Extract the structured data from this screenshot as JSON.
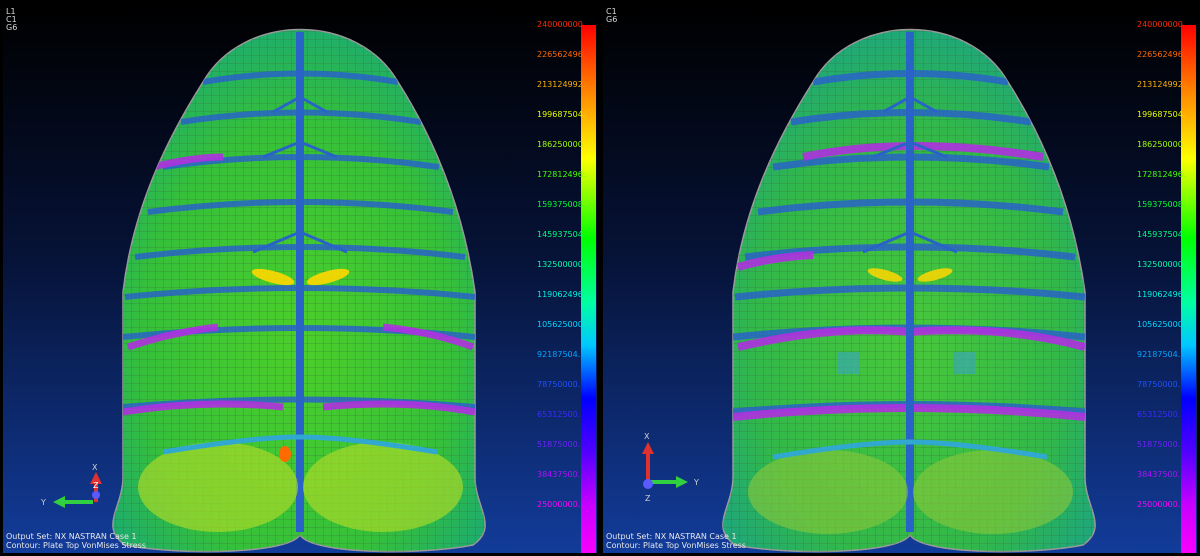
{
  "left_view": {
    "header": "L1\nC1\nG6",
    "output_set": "Output Set: NX NASTRAN Case 1",
    "contour": "Contour: Plate Top VonMises Stress",
    "axes": {
      "x": "X",
      "y": "Y",
      "z": "Z"
    }
  },
  "right_view": {
    "header": "C1\nG6",
    "output_set": "Output Set: NX NASTRAN Case 1",
    "contour": "Contour: Plate Top VonMises Stress",
    "axes": {
      "x": "X",
      "y": "Y",
      "z": "Z"
    }
  },
  "legend": {
    "labels": [
      "240000000.",
      "226562496.",
      "213124992.",
      "199687504.",
      "186250000.",
      "172812496.",
      "159375008.",
      "145937504.",
      "132500000.",
      "119062496.",
      "105625000.",
      "92187504.",
      "78750000.",
      "65312500.",
      "51875000.",
      "38437500.",
      "25000000."
    ],
    "label_colors": [
      "#ff2a00",
      "#ff6a00",
      "#ffb000",
      "#e6ff00",
      "#a0ff00",
      "#40ff00",
      "#00ff30",
      "#00ff80",
      "#00ffb0",
      "#00f0e0",
      "#00d8ff",
      "#00a8ff",
      "#2050ff",
      "#3a2aff",
      "#7020ff",
      "#b010ff",
      "#ff00ff"
    ]
  }
}
